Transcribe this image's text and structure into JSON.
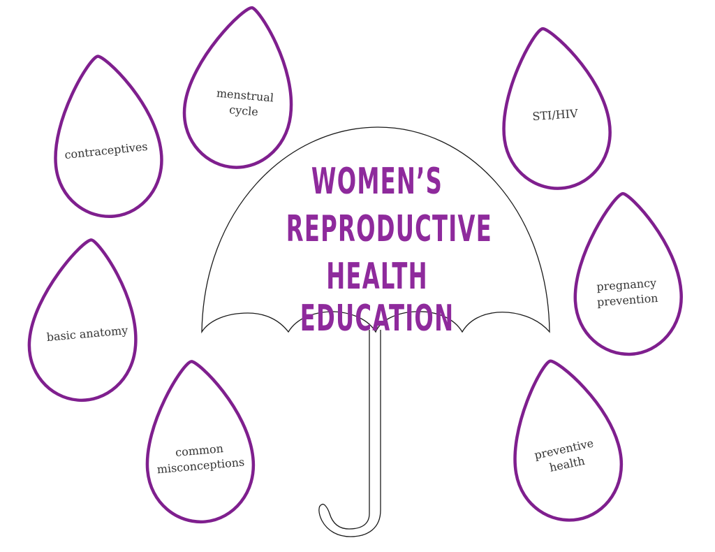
{
  "title": {
    "line1": "WOMEN’S",
    "line2": "REPRODUCTIVE",
    "line3": "HEALTH EDUCATION",
    "color": "#8e2a9c"
  },
  "drops": [
    {
      "id": "contraceptives",
      "lines": [
        "contraceptives"
      ]
    },
    {
      "id": "menstrual-cycle",
      "lines": [
        "menstrual",
        "cycle"
      ]
    },
    {
      "id": "sti-hiv",
      "lines": [
        "STI/HIV"
      ]
    },
    {
      "id": "pregnancy-prevention",
      "lines": [
        "pregnancy",
        "prevention"
      ]
    },
    {
      "id": "basic-anatomy",
      "lines": [
        "basic anatomy"
      ]
    },
    {
      "id": "common-misconceptions",
      "lines": [
        "common",
        "misconceptions"
      ]
    },
    {
      "id": "preventive-health",
      "lines": [
        "preventive",
        "health"
      ]
    }
  ],
  "colors": {
    "drop_outline": "#7f1f8e",
    "umbrella_outline": "#1a1a1a",
    "label_text": "#333333",
    "background": "#ffffff"
  }
}
